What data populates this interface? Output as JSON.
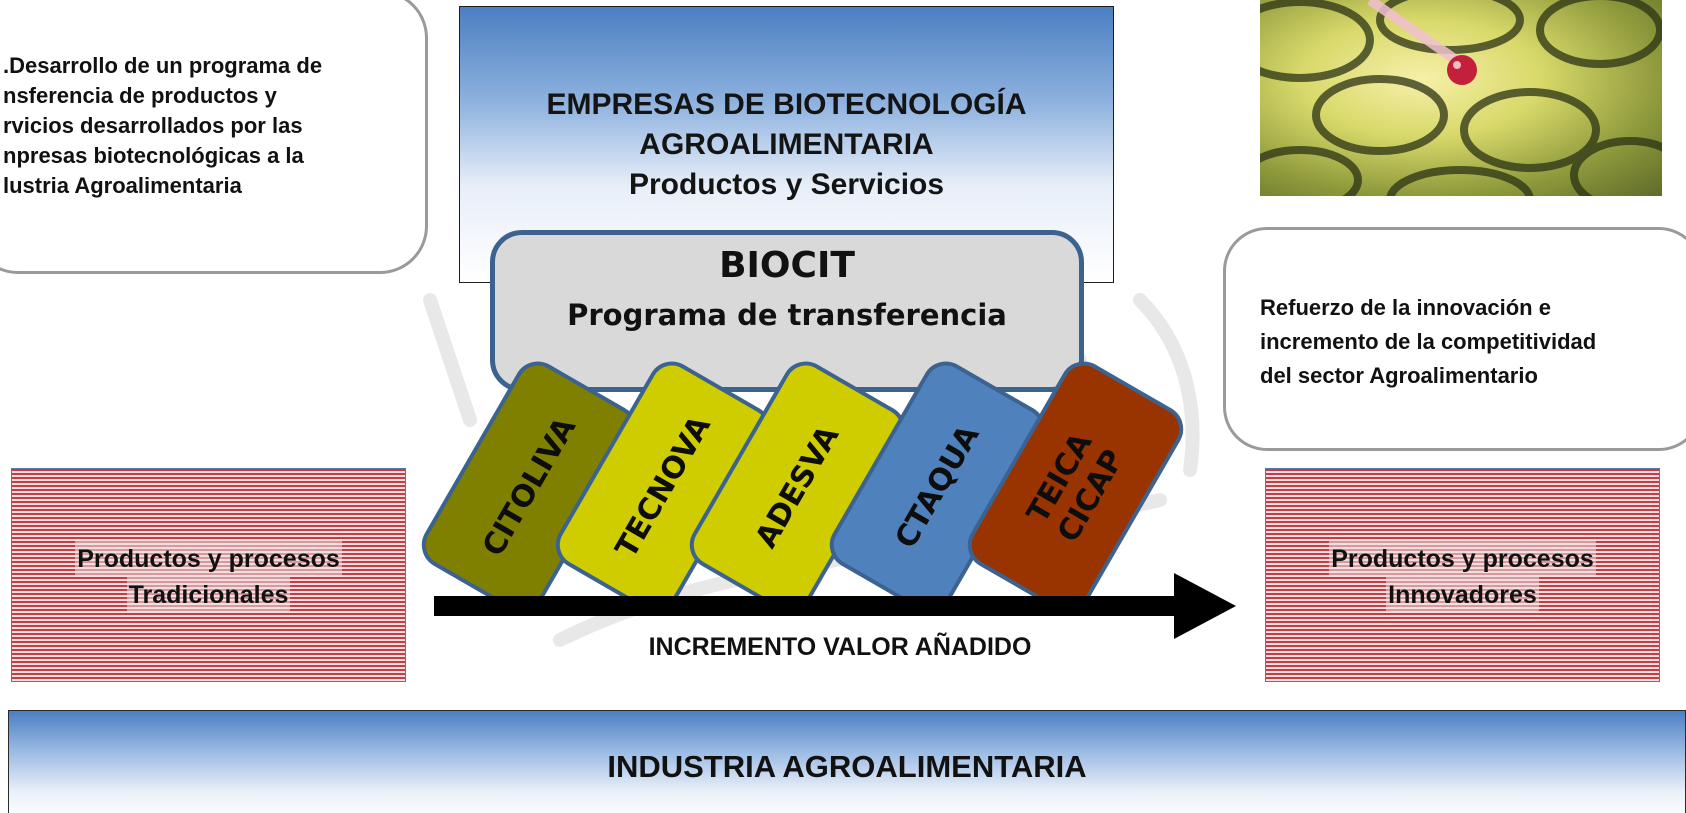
{
  "note_left": {
    "lines": [
      ".Desarrollo de un programa de",
      "nsferencia de productos y",
      "rvicios desarrollados por las",
      "npresas biotecnológicas a la",
      "lustria Agroalimentaria"
    ]
  },
  "top_box": {
    "lines": [
      "EMPRESAS DE BIOTECNOLOGÍA",
      "AGROALIMENTARIA",
      "Productos y Servicios"
    ],
    "gradient_color": "#4b7fc2"
  },
  "biocit": {
    "title": "BIOCIT",
    "subtitle": "Programa de transferencia",
    "fill": "#d9d9d9",
    "border": "#3c6290"
  },
  "programs": [
    {
      "label": "CITOLIVA",
      "color": "#808000"
    },
    {
      "label": "TECNOVA",
      "color": "#cfcc00"
    },
    {
      "label": "ADESVA",
      "color": "#cfcc00"
    },
    {
      "label": "CTAQUA",
      "color": "#4f81bd"
    },
    {
      "label": "TEICA\nCICAP",
      "color": "#993300"
    }
  ],
  "note_right": {
    "lines": [
      "Refuerzo de la innovación e",
      "incremento de la competitividad",
      "del sector Agroalimentario"
    ]
  },
  "traditional": {
    "line1": "Productos y procesos",
    "line2": "Tradicionales"
  },
  "innovative": {
    "line1": "Productos y procesos",
    "line2": "Innovadores"
  },
  "arrow_label": "INCREMENTO VALOR AÑADIDO",
  "bottom_band": {
    "label": "INDUSTRIA AGROALIMENTARIA"
  }
}
